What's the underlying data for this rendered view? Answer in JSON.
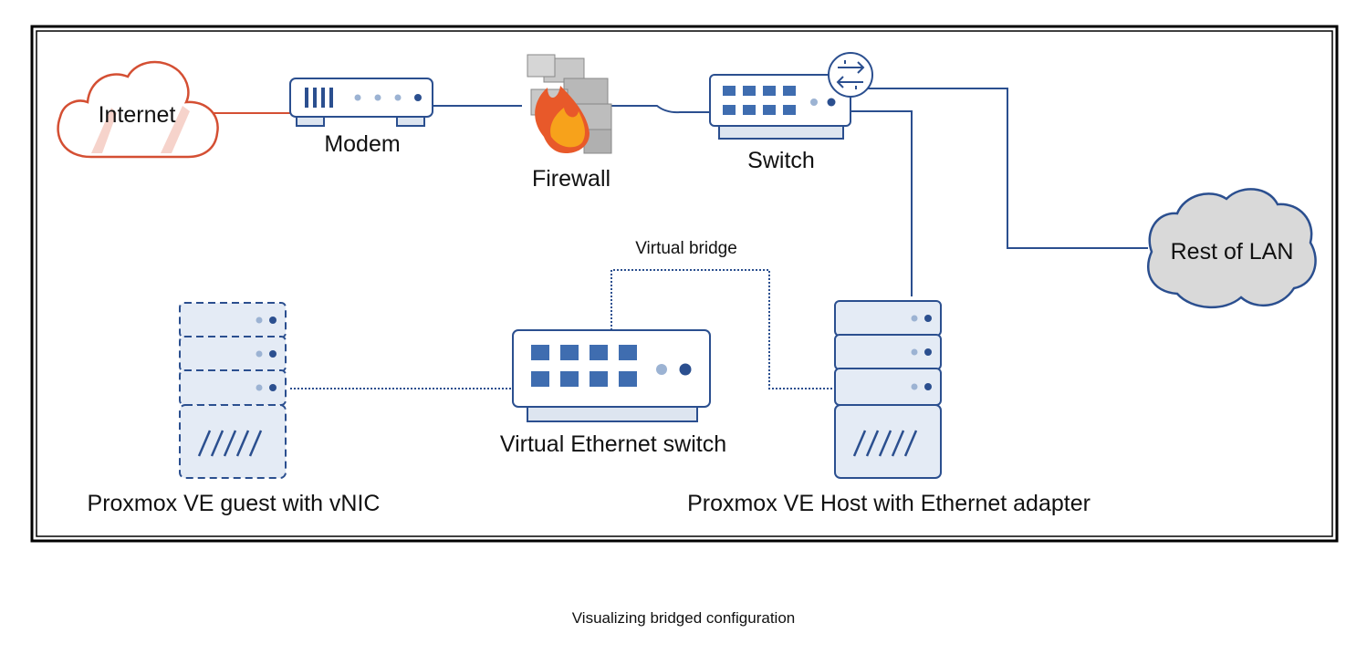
{
  "diagram": {
    "nodes": {
      "internet": "Internet",
      "modem": "Modem",
      "firewall": "Firewall",
      "switch": "Switch",
      "rest_of_lan": "Rest of LAN",
      "virtual_bridge": "Virtual bridge",
      "virtual_switch": "Virtual Ethernet switch",
      "guest": "Proxmox VE guest with vNIC",
      "host": "Proxmox VE Host with Ethernet adapter"
    },
    "edges": [
      {
        "from": "internet",
        "to": "modem",
        "style": "solid",
        "color": "#d44f33"
      },
      {
        "from": "modem",
        "to": "firewall",
        "style": "solid",
        "color": "#2b4f8f"
      },
      {
        "from": "firewall",
        "to": "switch",
        "style": "solid",
        "color": "#2b4f8f"
      },
      {
        "from": "switch",
        "to": "rest_of_lan",
        "style": "solid",
        "color": "#2b4f8f"
      },
      {
        "from": "switch",
        "to": "host",
        "style": "solid",
        "color": "#2b4f8f"
      },
      {
        "from": "virtual_switch",
        "to": "host",
        "style": "dotted",
        "label": "virtual_bridge",
        "color": "#2b4f8f"
      },
      {
        "from": "guest",
        "to": "virtual_switch",
        "style": "dotted",
        "color": "#2b4f8f"
      }
    ],
    "colors": {
      "device_stroke": "#2b4f8f",
      "device_fill": "#e4ebf5",
      "internet_stroke": "#d44f33",
      "lan_fill": "#d9d9d9"
    }
  },
  "caption": "Visualizing bridged configuration"
}
